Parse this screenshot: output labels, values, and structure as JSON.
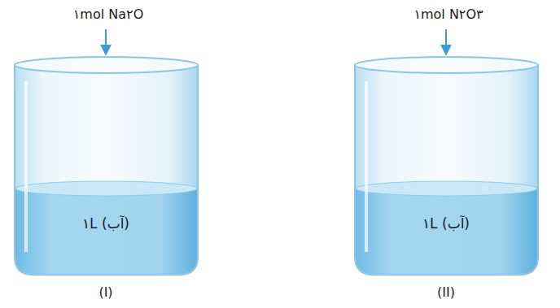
{
  "diagram": {
    "labels": [
      "۱mol Na۲O",
      "۱L (آب)",
      "(I)",
      "۱mol N۲O۳",
      "۱L (آب)",
      "(II)"
    ]
  }
}
